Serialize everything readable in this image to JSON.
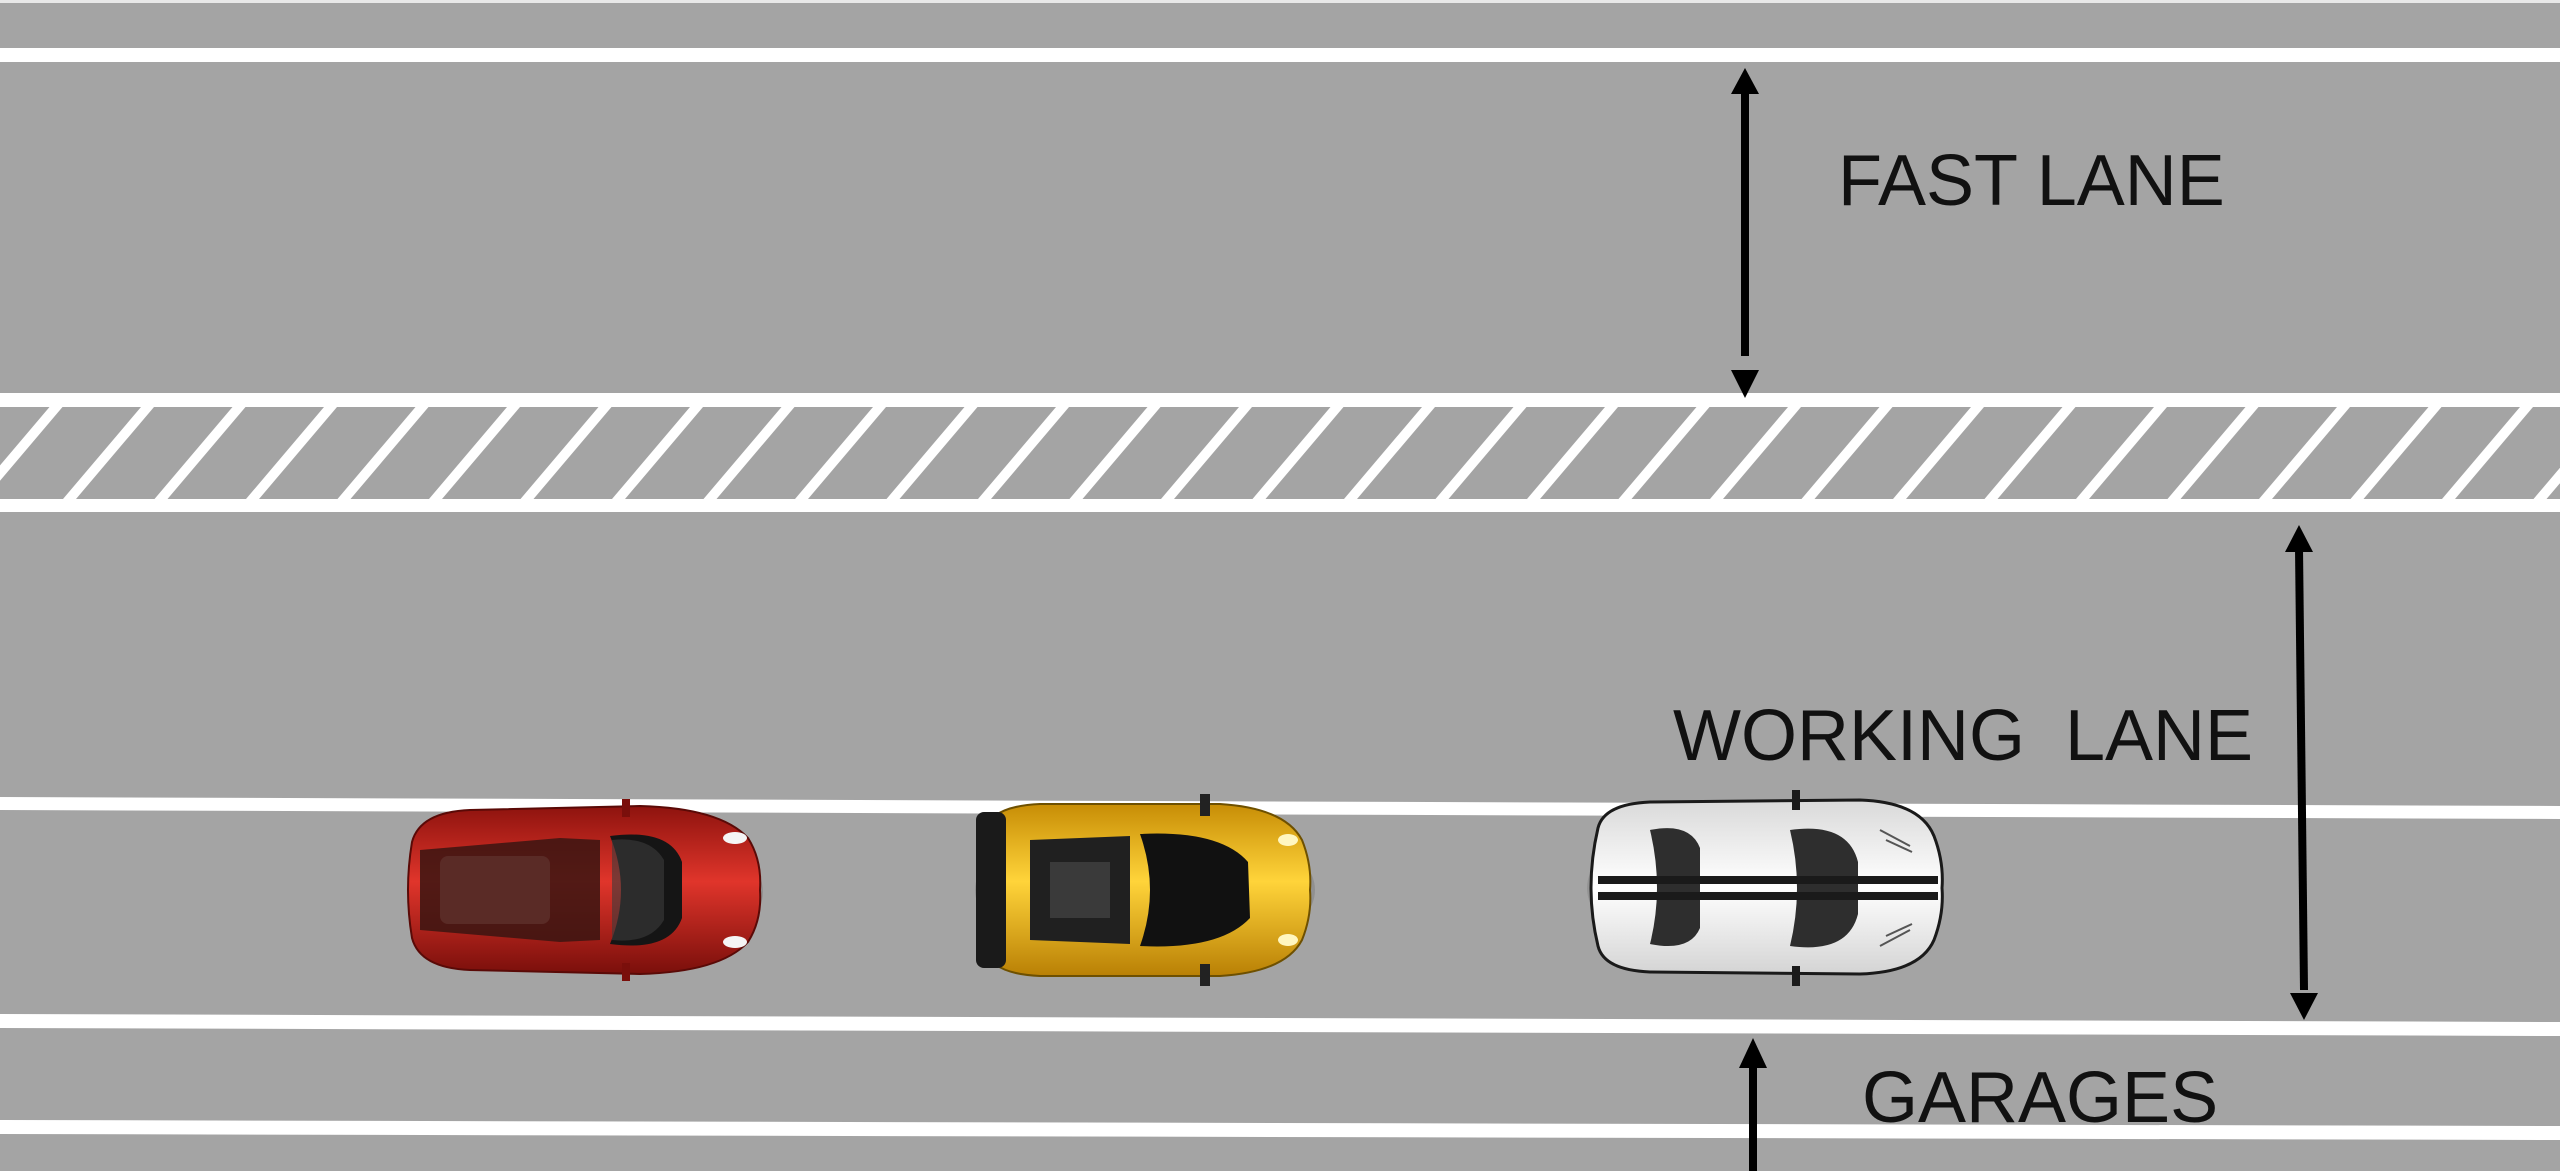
{
  "labels": {
    "fast_lane": "FAST LANE",
    "working_lane": "WORKING  LANE",
    "garages": "GARAGES"
  },
  "colors": {
    "asphalt": "#a4a4a4",
    "marking": "#ffffff",
    "arrow": "#000000",
    "car_red": "#c8221b",
    "car_yellow": "#f1be19",
    "car_white": "#ffffff",
    "car_dark": "#2b2b2b"
  },
  "cars": [
    {
      "name": "red-sports-car",
      "color": "red"
    },
    {
      "name": "yellow-sports-car",
      "color": "yellow"
    },
    {
      "name": "white-race-car",
      "color": "white"
    }
  ],
  "icons": [
    "double-arrow-icon",
    "up-arrow-icon"
  ]
}
